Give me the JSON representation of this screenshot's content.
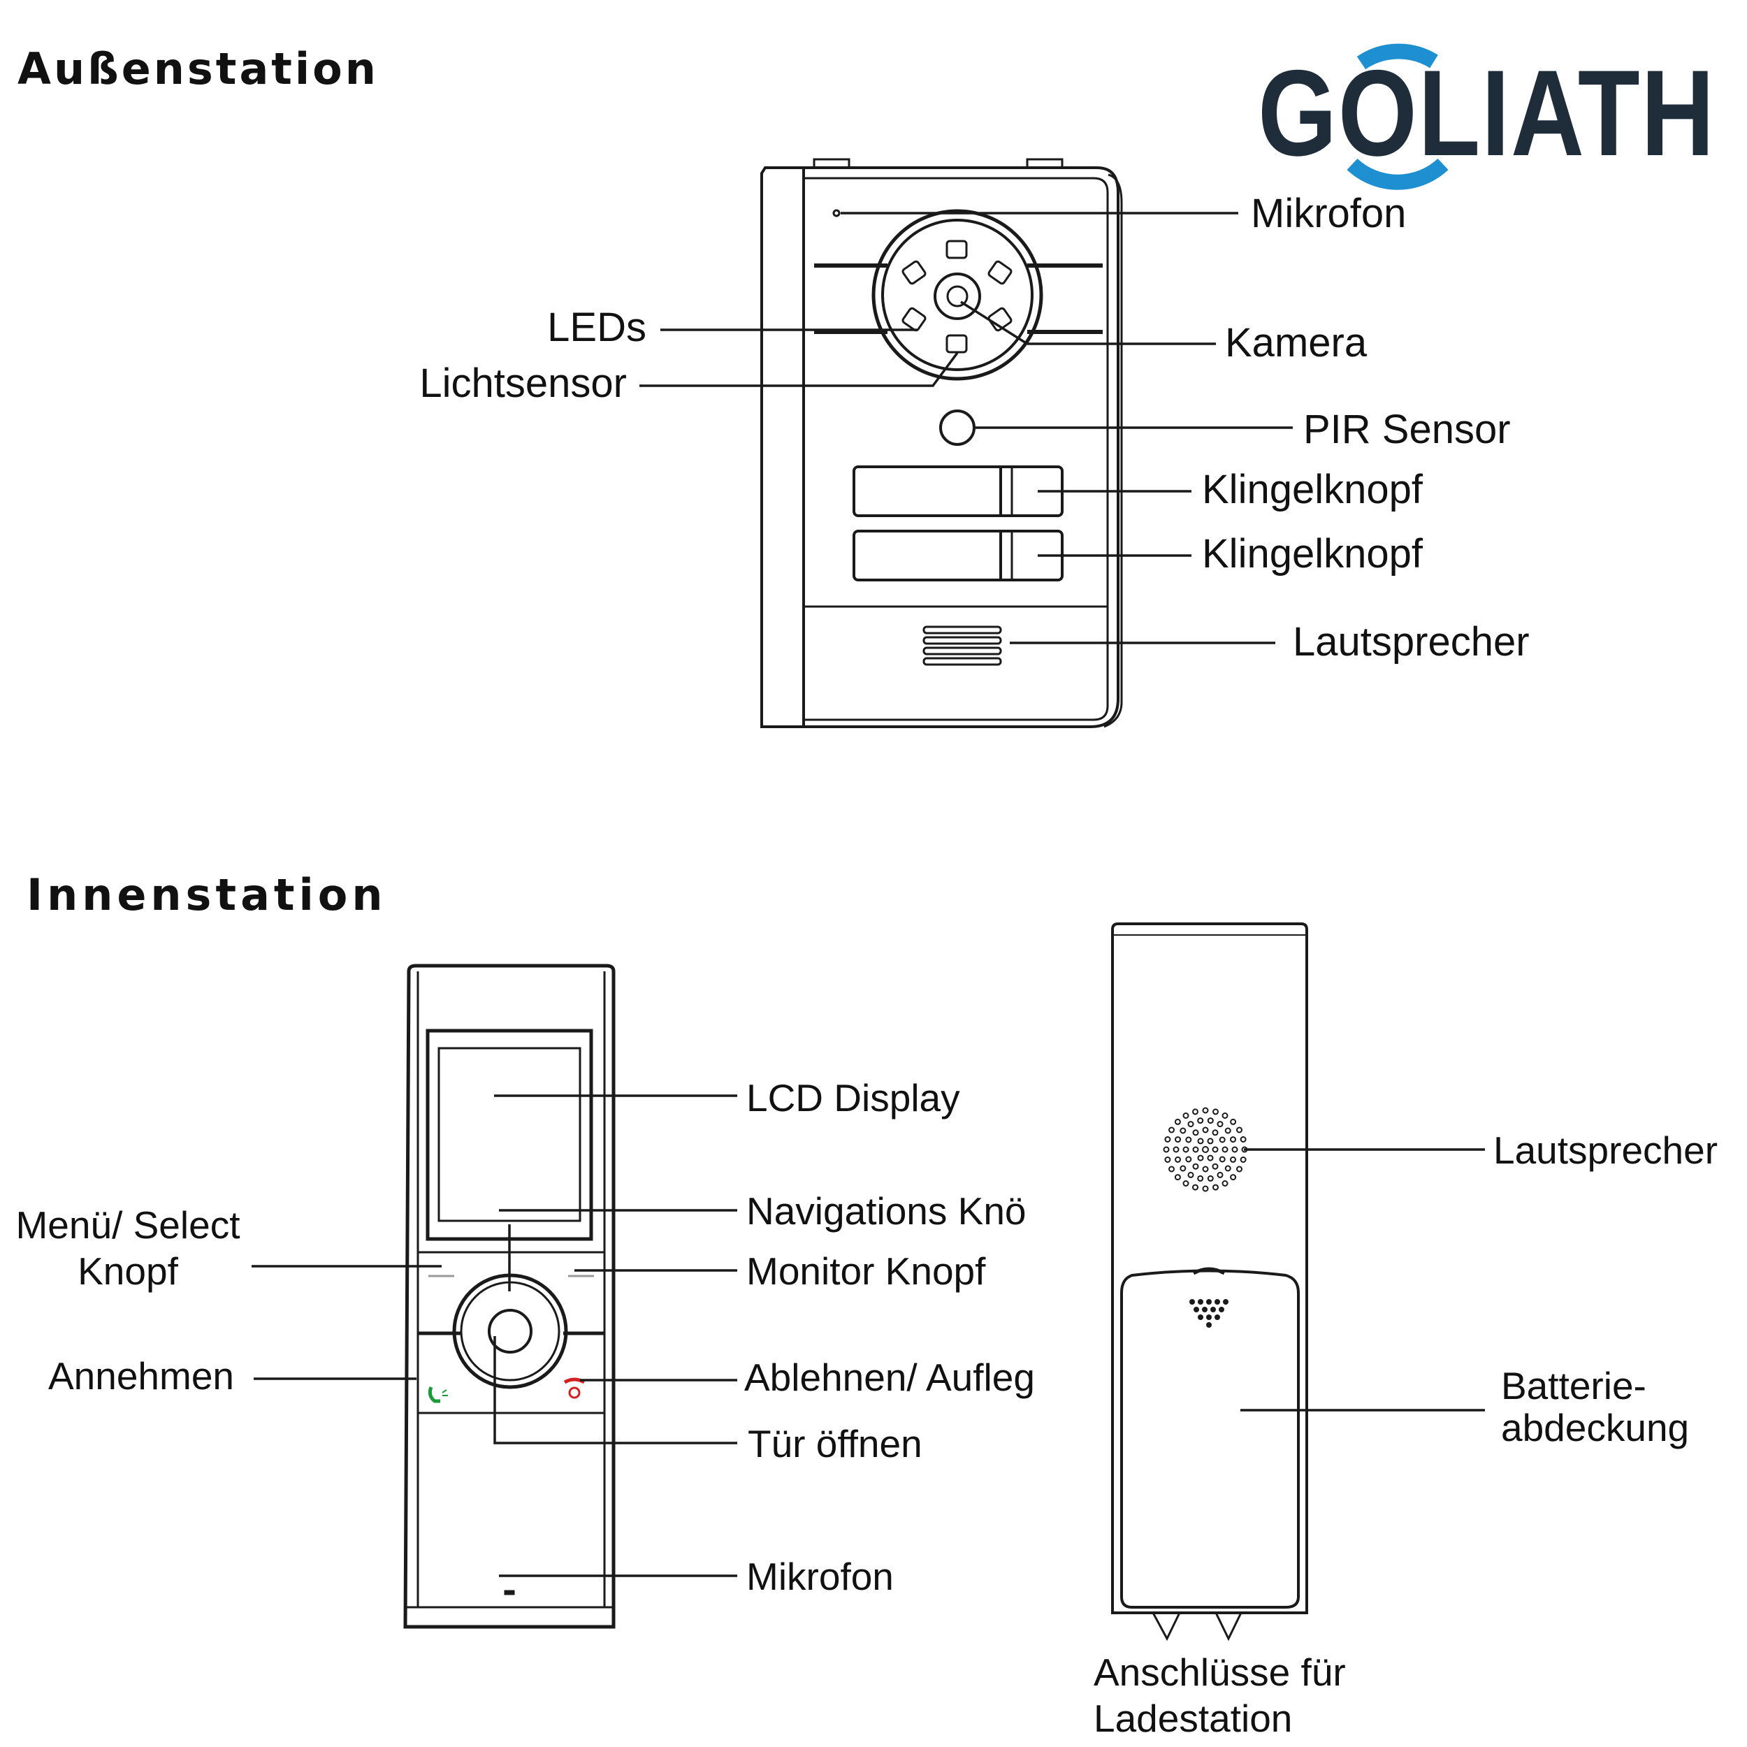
{
  "brand": {
    "logo_text": "GOLIATH",
    "logo_text_color": "#1f2d3b",
    "logo_ring_color": "#1e8fd0"
  },
  "sections": {
    "outdoor": {
      "title": "Außenstation"
    },
    "indoor": {
      "title": "Innenstation"
    }
  },
  "outdoor_labels": {
    "mikrofon": "Mikrofon",
    "kamera": "Kamera",
    "leds": "LEDs",
    "lichtsensor": "Lichtsensor",
    "pir": "PIR Sensor",
    "klingel1": "Klingelknopf",
    "klingel2": "Klingelknopf",
    "lautsprecher": "Lautsprecher"
  },
  "indoor_labels": {
    "lcd": "LCD Display",
    "nav": "Navigations Knö",
    "monitor": "Monitor Knopf",
    "menu_line1": "Menü/ Select",
    "menu_line2": "Knopf",
    "annehmen": "Annehmen",
    "ablehnen": "Ablehnen/ Aufleg",
    "tuer": "Tür öffnen",
    "mikrofon": "Mikrofon"
  },
  "back_labels": {
    "lautsprecher": "Lautsprecher",
    "batterie_line1": "Batterie-",
    "batterie_line2": "abdeckung",
    "anschluss_line1": "Anschlüsse für",
    "anschluss_line2": "Ladestation"
  },
  "colors": {
    "line": "#1a1a1a",
    "accept_icon": "#1a9a3a",
    "reject_icon": "#d42020"
  }
}
